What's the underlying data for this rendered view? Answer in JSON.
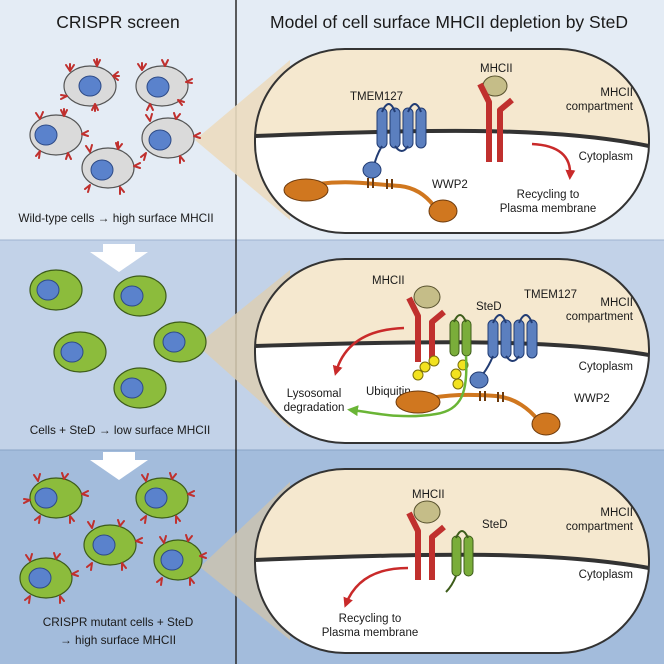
{
  "left_panel": {
    "title": "CRISPR screen",
    "captions": [
      "Wild-type cells → high surface MHCII",
      "Cells + SteD → low surface MHCII",
      "CRISPR mutant cells + SteD",
      "→ high surface MHCII"
    ]
  },
  "right_panel": {
    "title": "Model of cell surface MHCII depletion by SteD",
    "panel1": {
      "mhcii": "MHCII",
      "tmem127": "TMEM127",
      "compartment_1": "MHCII",
      "compartment_2": "compartment",
      "cytoplasm": "Cytoplasm",
      "wwp2": "WWP2",
      "recycling_1": "Recycling to",
      "recycling_2": "Plasma membrane"
    },
    "panel2": {
      "mhcii": "MHCII",
      "sted": "SteD",
      "tmem127": "TMEM127",
      "compartment_1": "MHCII",
      "compartment_2": "compartment",
      "cytoplasm": "Cytoplasm",
      "ubiquitin": "Ubiquitin",
      "lysosomal_1": "Lysosomal",
      "lysosomal_2": "degradation",
      "wwp2": "WWP2"
    },
    "panel3": {
      "mhcii": "MHCII",
      "sted": "SteD",
      "compartment_1": "MHCII",
      "compartment_2": "compartment",
      "cytoplasm": "Cytoplasm",
      "recycling_1": "Recycling to",
      "recycling_2": "Plasma membrane"
    }
  },
  "colors": {
    "band1": "#e4ecf5",
    "band2": "#c2d2e8",
    "band3": "#a3bcdc",
    "compartment": "#f5e8cf",
    "membrane": "#333333",
    "mhcii": "#c0302e",
    "mhcii_head": "#c5bd88",
    "tmem127": "#5b7fbf",
    "sted": "#7aad3a",
    "wwp2": "#d0771f",
    "ubiquitin": "#f2e21f",
    "cell_gray": "#dadada",
    "cell_green": "#8cbc3c",
    "nucleus": "#5a82cc",
    "red_arrow": "#c92a2a",
    "green_arrow": "#6ab536"
  }
}
